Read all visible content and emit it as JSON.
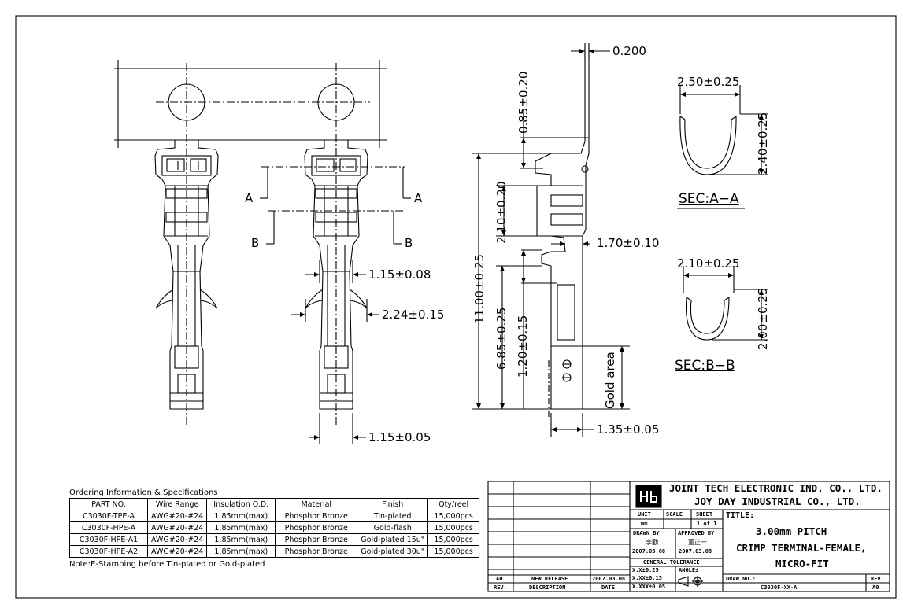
{
  "dimensions": {
    "thickness": "0.200",
    "tab_height": "0.85±0.20",
    "total_length": "11.00±0.25",
    "window_height": "2.10±0.20",
    "window_width": "1.70±0.10",
    "crimp_length": "6.85±0.25",
    "contact_length": "1.20±0.15",
    "gold_area": "Gold area",
    "base_width": "1.35±0.05",
    "insul_width": "1.15±0.08",
    "insul_open": "2.24±0.15",
    "tip_width": "1.15±0.05",
    "sec_a_width": "2.50±0.25",
    "sec_a_height": "2.40±0.25",
    "sec_b_width": "2.10±0.25",
    "sec_b_height": "2.00±0.25"
  },
  "section_labels": {
    "a_left": "A",
    "a_right": "A",
    "b_left": "B",
    "b_right": "B",
    "sec_a": "SEC:A−A",
    "sec_b": "SEC:B−B"
  },
  "ordering": {
    "caption": "Ordering Information & Specifications",
    "headers": [
      "PART NO.",
      "Wire Range",
      "Insulation O.D.",
      "Material",
      "Finish",
      "Qty/reel"
    ],
    "rows": [
      [
        "C3030F-TPE-A",
        "AWG#20-#24",
        "1.85mm(max)",
        "Phosphor Bronze",
        "Tin-plated",
        "15,000pcs"
      ],
      [
        "C3030F-HPE-A",
        "AWG#20-#24",
        "1.85mm(max)",
        "Phosphor Bronze",
        "Gold-flash",
        "15,000pcs"
      ],
      [
        "C3030F-HPE-A1",
        "AWG#20-#24",
        "1.85mm(max)",
        "Phosphor Bronze",
        "Gold-plated 15u\"",
        "15,000pcs"
      ],
      [
        "C3030F-HPE-A2",
        "AWG#20-#24",
        "1.85mm(max)",
        "Phosphor Bronze",
        "Gold-plated 30u\"",
        "15,000pcs"
      ]
    ],
    "note": "Note:E-Stamping before Tin-plated or Gold-plated"
  },
  "title_block": {
    "company_1": "JOINT TECH ELECTRONIC IND. CO., LTD.",
    "company_2": "JOY DAY INDUSTRIAL CO., LTD.",
    "unit_label": "UNIT",
    "unit_value": "mm",
    "scale_label": "SCALE",
    "sheet_label": "SHEET",
    "sheet_value": "1 of 1",
    "title_label": "TITLE:",
    "title_line_1": "3.00mm PITCH",
    "title_line_2": "CRIMP TERMINAL-FEMALE,",
    "title_line_3": "MICRO-FIT",
    "drawn_by_label": "DRAWN BY",
    "drawn_by_name": "李勤",
    "drawn_date": "2007.03.08",
    "approved_by_label": "APPROVED BY",
    "approved_by_name": "董正一",
    "approved_date": "2007.03.08",
    "general_tolerance": "GENERAL TOLERANCE",
    "tol_1": "X.X±0.25",
    "tol_2": "X.XX±0.15",
    "tol_3": "X.XXX±0.05",
    "angle_label": "ANGLE±",
    "draw_no_label": "DRAW NO.:",
    "draw_no": "C3030F-XX-A",
    "rev_label": "REV.",
    "rev_value": "A0",
    "rev_col_value": "A0",
    "release_desc": "NEW RELEASE",
    "release_date": "2007.03.08",
    "rev_col_label": "REV.",
    "desc_col_label": "DESCRIPTION",
    "date_col_label": "DATE"
  }
}
